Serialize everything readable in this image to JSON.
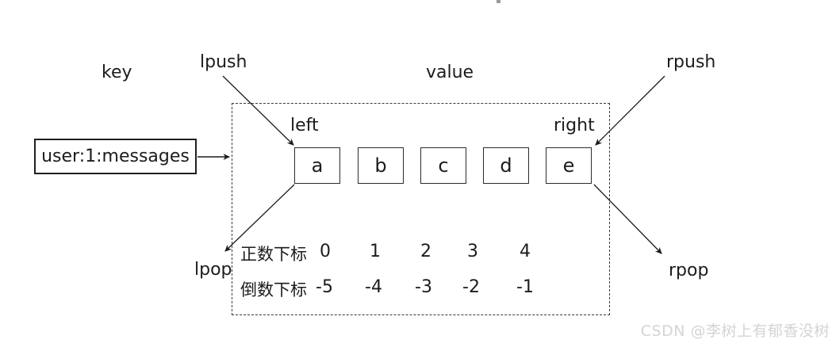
{
  "colors": {
    "background": "#ffffff",
    "text": "#1c1c1c",
    "border": "#2b2b2b",
    "dashed_border": "#3a3a3a",
    "watermark": "#d4d4d4"
  },
  "labels": {
    "key": "key",
    "lpush": "lpush",
    "value": "value",
    "rpush": "rpush",
    "left": "left",
    "right": "right",
    "lpop": "lpop",
    "rpop": "rpop"
  },
  "key_box": {
    "text": "user:1:messages"
  },
  "list": {
    "elements": [
      "a",
      "b",
      "c",
      "d",
      "e"
    ],
    "positive_row": {
      "label": "正数下标",
      "indices": [
        "0",
        "1",
        "2",
        "3",
        "4"
      ]
    },
    "negative_row": {
      "label": "倒数下标",
      "indices": [
        "-5",
        "-4",
        "-3",
        "-2",
        "-1"
      ]
    }
  },
  "watermark": "CSDN @李树上有郁香没树"
}
